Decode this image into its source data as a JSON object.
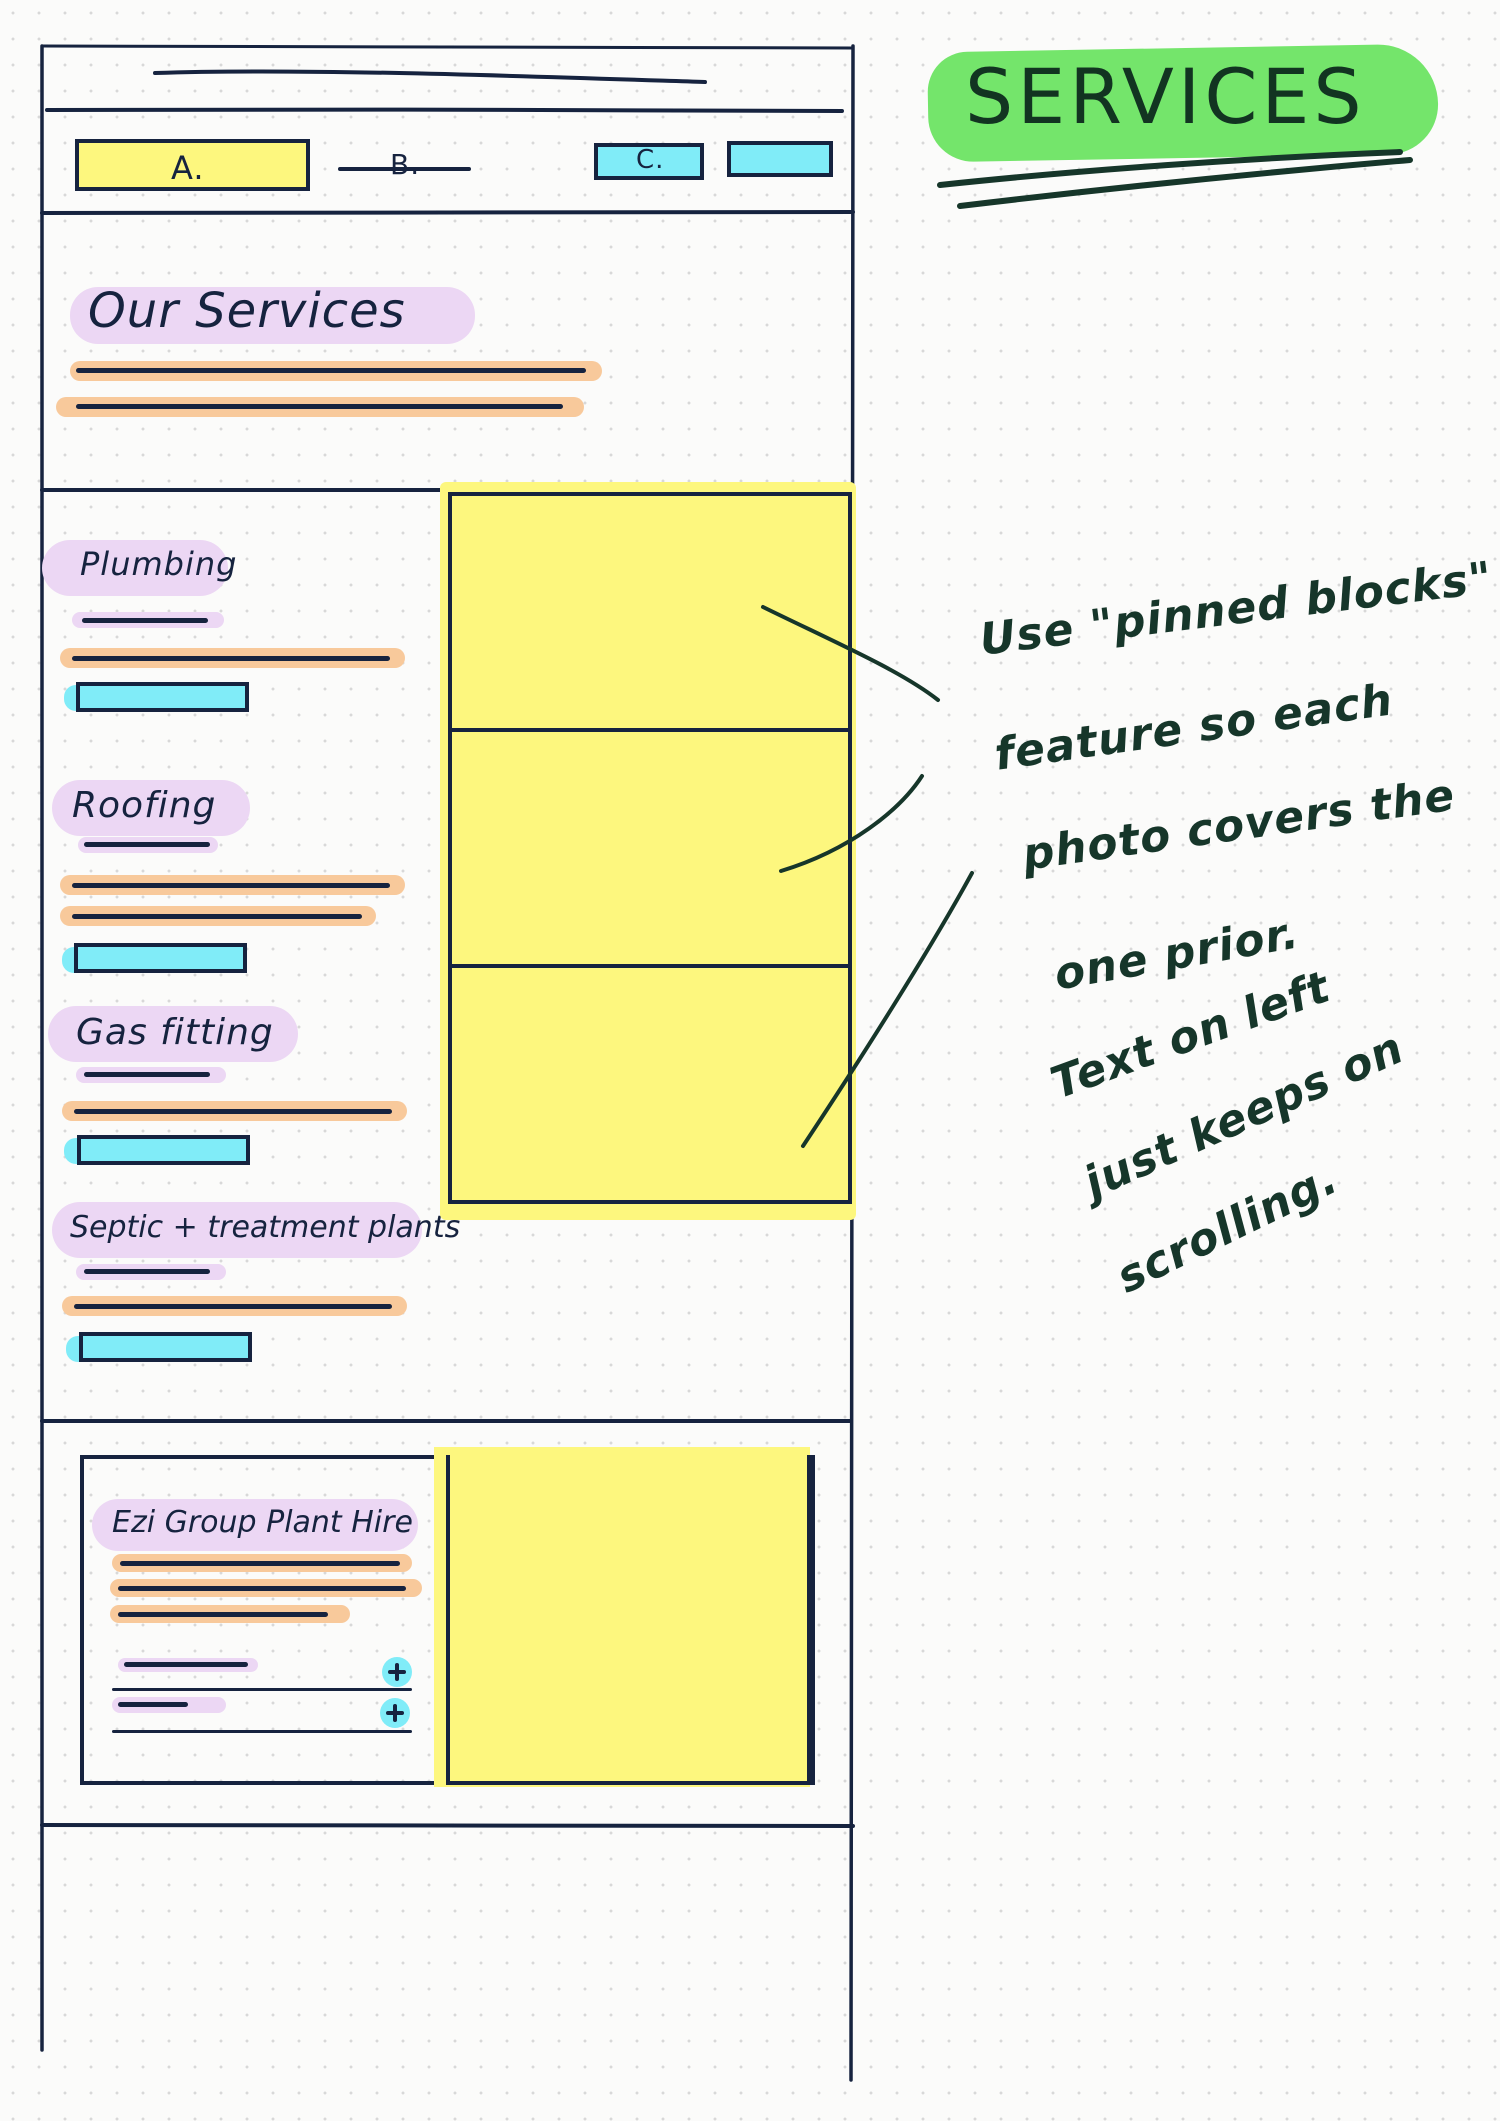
{
  "title": "SERVICES",
  "nav": {
    "a_label": "A.",
    "b_label": "B.",
    "c_label": "C."
  },
  "hero": {
    "heading": "Our Services"
  },
  "services": [
    {
      "label": "Plumbing"
    },
    {
      "label": "Roofing"
    },
    {
      "label": "Gas fitting"
    },
    {
      "label": "Septic + treatment plants"
    }
  ],
  "feature": {
    "title": "Ezi Group Plant Hire",
    "accordion_icon": "plus-icon"
  },
  "annotation": {
    "lines": [
      "Use \"pinned blocks\"",
      "feature so each",
      "photo covers the",
      "one prior.",
      "Text on left",
      "just keeps on",
      "scrolling."
    ]
  },
  "colors": {
    "ink": "#16233f",
    "yellow": "#fdf77e",
    "cyan": "#80ecf8",
    "purple": "#ecd7f4",
    "orange": "#f8c99b",
    "green_highlight": "#74e56b",
    "note_ink": "#16362a"
  }
}
